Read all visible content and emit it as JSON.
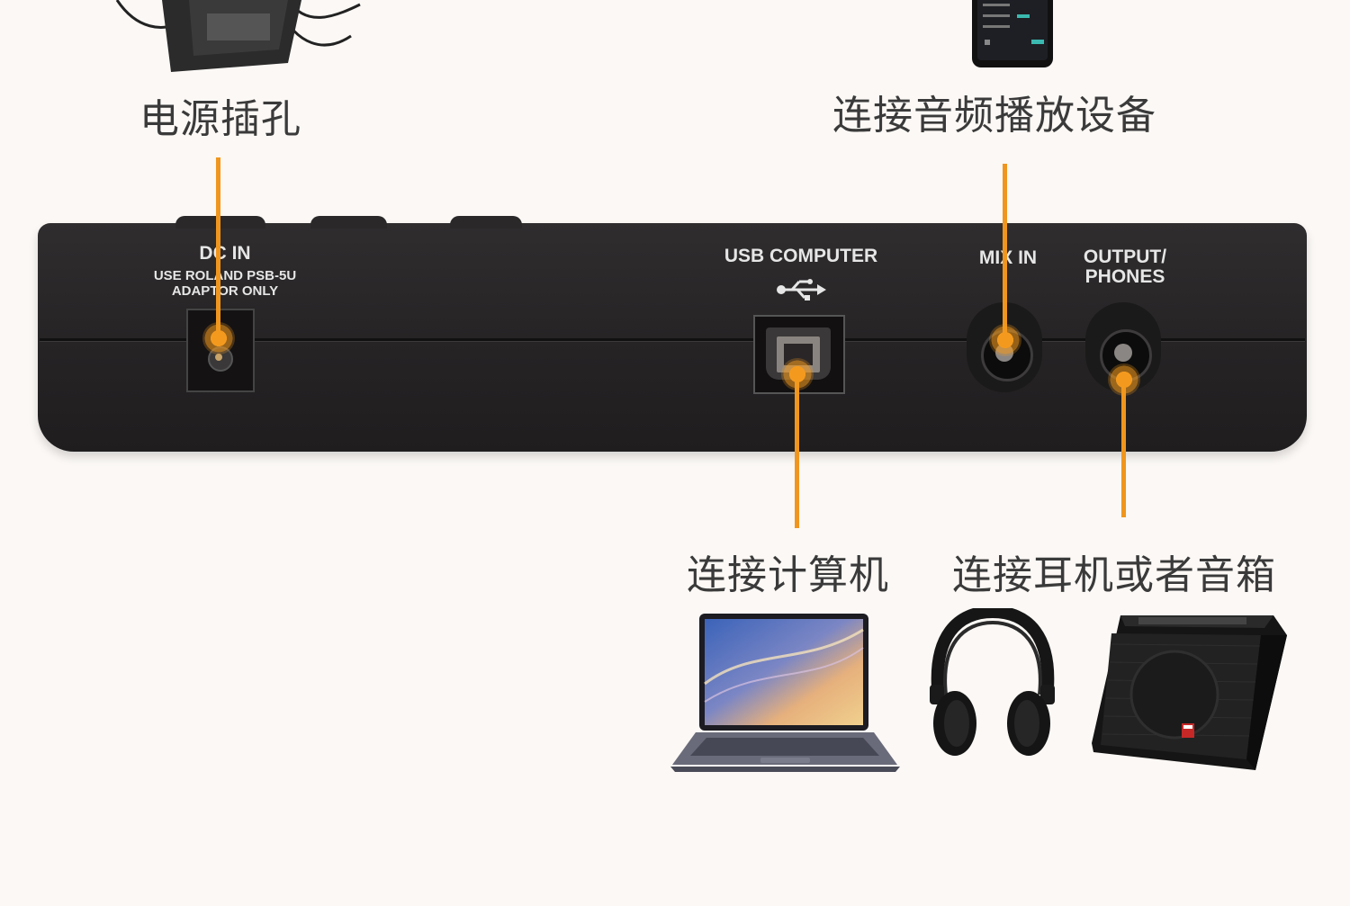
{
  "labels": {
    "power": "电源插孔",
    "audio_player": "连接音频播放设备",
    "computer": "连接计算机",
    "headphones_speaker": "连接耳机或者音箱"
  },
  "panel": {
    "dc_in": "DC IN",
    "dc_note_line1": "USE ROLAND PSB-5U",
    "dc_note_line2": "ADAPTOR ONLY",
    "usb": "USB COMPUTER",
    "usb_icon": "usb-icon",
    "mix_in": "MIX IN",
    "output_line1": "OUTPUT/",
    "output_line2": "PHONES"
  },
  "colors": {
    "accent": "#f0961e",
    "device_body": "#2a2829",
    "background": "#fbf8f5"
  }
}
